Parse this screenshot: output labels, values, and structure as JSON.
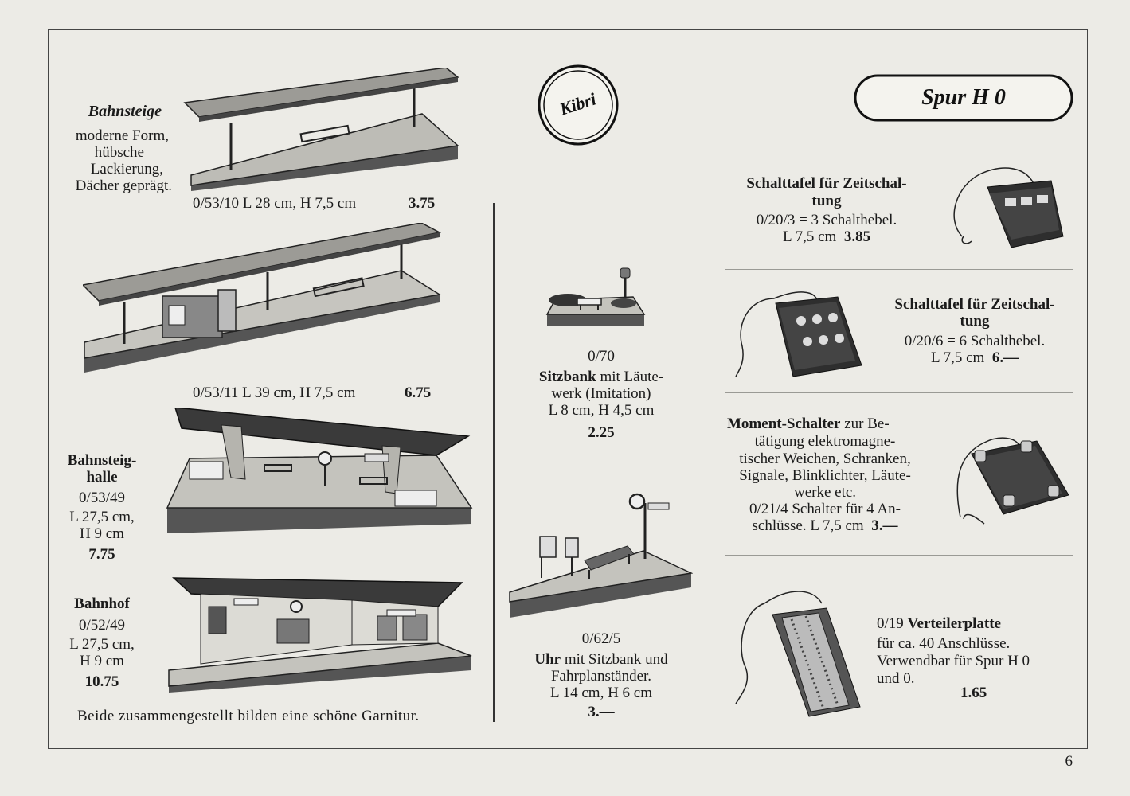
{
  "logo": {
    "text": "Kibri"
  },
  "badge": {
    "text": "Spur H 0"
  },
  "page_number": "6",
  "left": {
    "bahnsteige": {
      "heading": "Bahnsteige",
      "desc": [
        "moderne Form,",
        "hübsche",
        "Lackierung,",
        "Dächer geprägt."
      ],
      "item1": {
        "text": "0/53/10  L 28 cm, H 7,5 cm",
        "price": "3.75"
      },
      "item2": {
        "text": "0/53/11  L 39 cm, H 7,5 cm",
        "price": "6.75"
      }
    },
    "halle": {
      "heading": [
        "Bahnsteig-",
        "halle"
      ],
      "lines": [
        "0/53/49",
        "L 27,5 cm,",
        "H 9 cm"
      ],
      "price": "7.75"
    },
    "bahnhof": {
      "heading": "Bahnhof",
      "lines": [
        "0/52/49",
        "L 27,5 cm,",
        "H 9 cm"
      ],
      "price": "10.75"
    },
    "footer": "Beide zusammengestellt bilden eine schöne Garnitur."
  },
  "middle": {
    "sitzbank": {
      "number": "0/70",
      "title": "Sitzbank",
      "title_rest": " mit Läute-",
      "lines": [
        "werk (Imitation)",
        "L 8 cm, H 4,5 cm"
      ],
      "price": "2.25"
    },
    "uhr": {
      "number": "0/62/5",
      "title": "Uhr",
      "title_rest": " mit Sitzbank und",
      "lines": [
        "Fahrplanständer.",
        "L 14 cm, H 6 cm"
      ],
      "price": "3.—"
    }
  },
  "right": {
    "schalttafel3": {
      "title": [
        "Schalttafel für Zeitschal-",
        "tung"
      ],
      "line1": "0/20/3 = 3 Schalthebel.",
      "line2": "L 7,5 cm",
      "price": "3.85"
    },
    "schalttafel6": {
      "title": [
        "Schalttafel für Zeitschal-",
        "tung"
      ],
      "line1": "0/20/6 = 6 Schalthebel.",
      "line2": "L 7,5 cm",
      "price": "6.—"
    },
    "moment": {
      "title": "Moment-Schalter",
      "title_rest": " zur Be-",
      "lines": [
        "tätigung elektromagne-",
        "tischer Weichen, Schranken,",
        "Signale, Blinklichter, Läute-",
        "werke etc.",
        "0/21/4  Schalter für 4 An-"
      ],
      "last_line": "schlüsse.  L 7,5 cm",
      "price": "3.—"
    },
    "verteiler": {
      "number": "0/19 ",
      "title": "Verteilerplatte",
      "lines": [
        "für ca. 40 Anschlüsse.",
        "Verwendbar für Spur H 0",
        "und 0."
      ],
      "price": "1.65"
    }
  }
}
